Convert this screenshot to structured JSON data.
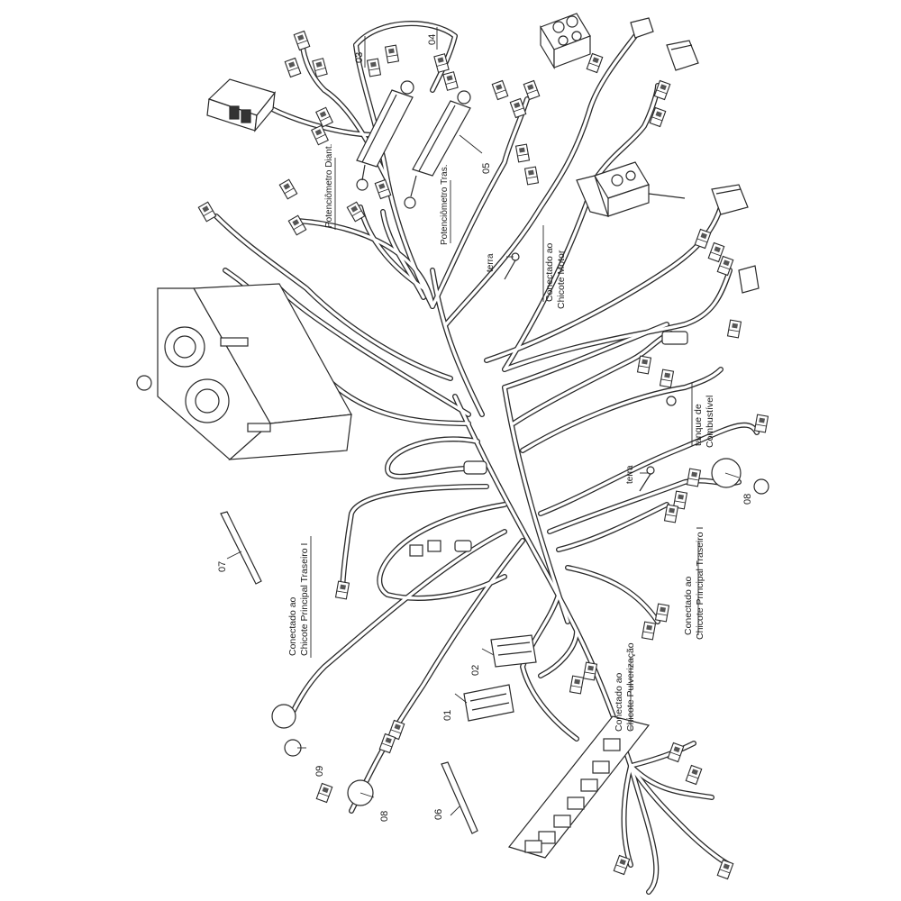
{
  "diagram": {
    "colors": {
      "line": "#2a2a2a",
      "wire": "#ffffff",
      "background": "#ffffff"
    },
    "labels": {
      "ref_01": "01",
      "ref_02": "02",
      "ref_03": "03",
      "ref_04": "04",
      "ref_05": "05",
      "ref_06": "06",
      "ref_07": "07",
      "ref_08_right": "08",
      "ref_08_bottom": "08",
      "ref_09": "09",
      "pot_front": "Potenciômetro Diant.",
      "pot_rear": "Potenciômetro Tras.",
      "terra_top": "terra",
      "terra_mid": "terra",
      "engine_line1": "Conectado ao",
      "engine_line2": "Chicote Motor",
      "fuel_line1": "tanque de",
      "fuel_line2": "Combustível",
      "rear_right_line1": "Conectado ao",
      "rear_right_line2": "Chicote Principal Traseiro I",
      "rear_left_line1": "Conectado ao",
      "rear_left_line2": "Chicote Principal Traseiro I",
      "spray_line1": "Conectado ao",
      "spray_line2": "Chicote Pulverização"
    }
  }
}
